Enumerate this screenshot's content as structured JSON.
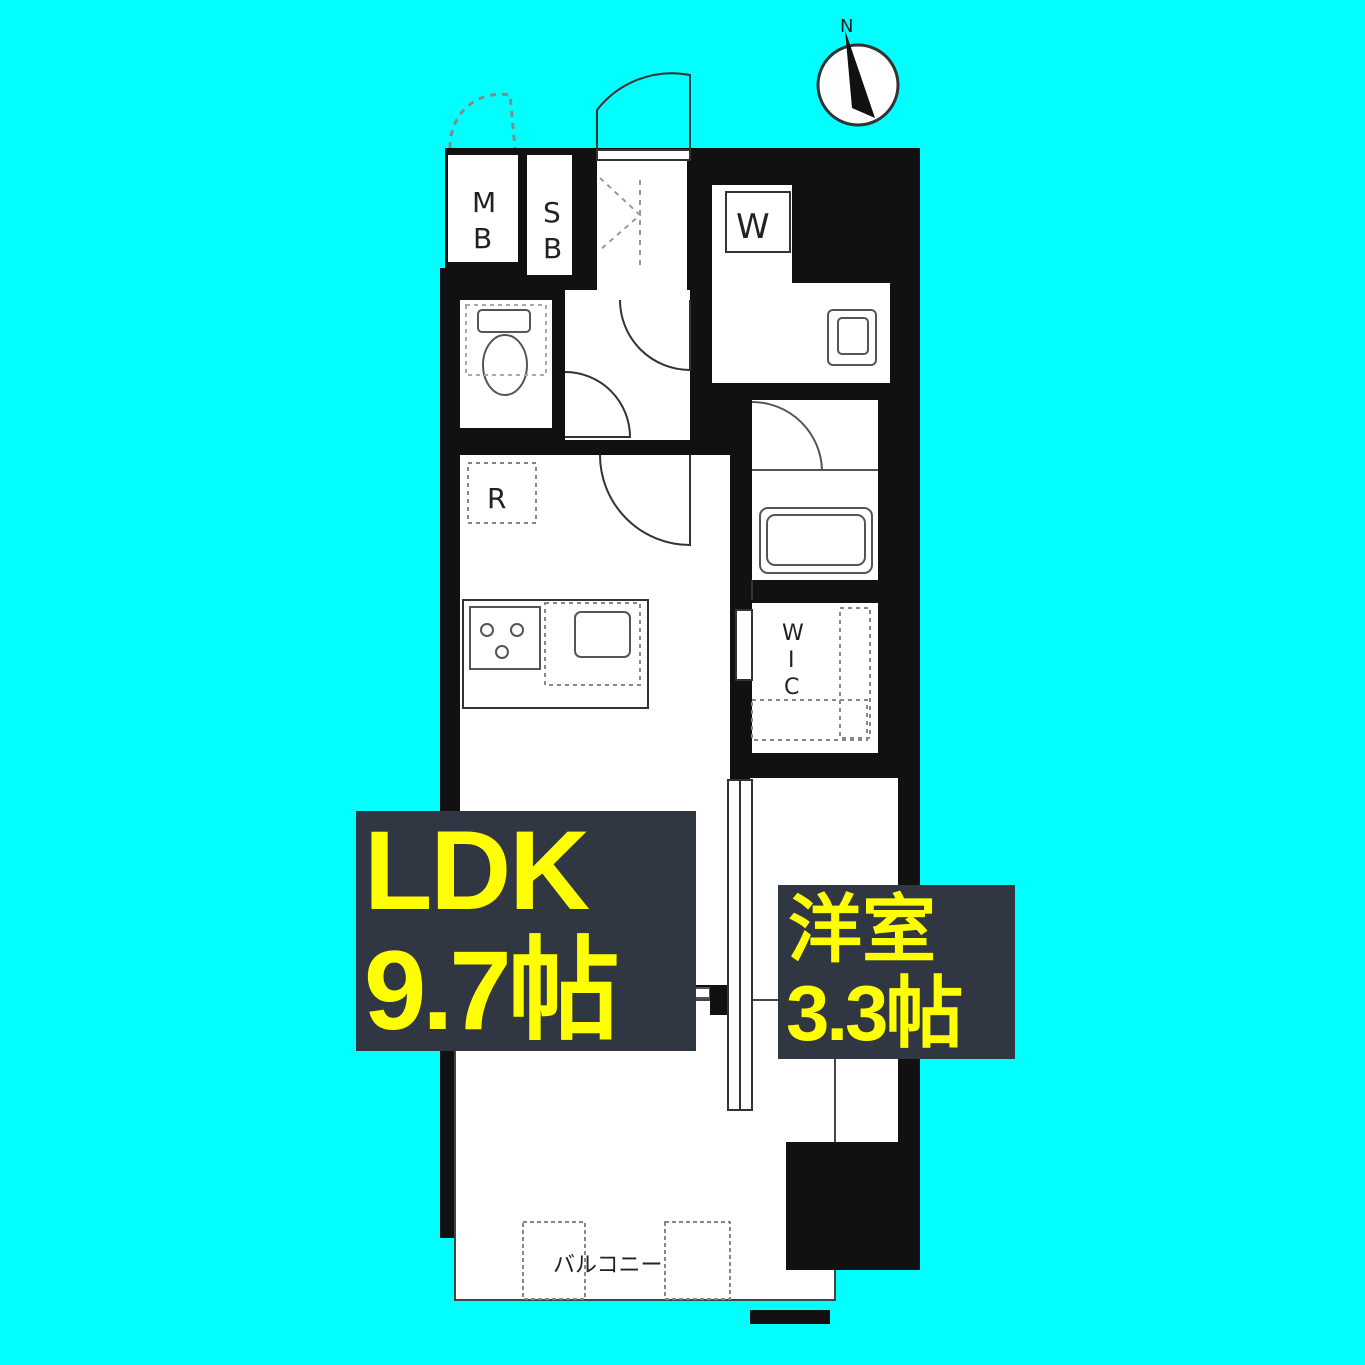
{
  "colors": {
    "background": "#00FFFF",
    "wall": "#111111",
    "floor": "#FFFFFF",
    "label_bg": "#303742",
    "label_text": "#FFFF00"
  },
  "icons": {
    "compass": "north-arrow-icon"
  },
  "labels": {
    "ldk_name": "LDK",
    "ldk_size": "9.7帖",
    "western_name": "洋室",
    "western_size": "3.3帖",
    "mb_top": "M",
    "mb_bottom": "B",
    "sb_top": "S",
    "sb_bottom": "B",
    "washer": "W",
    "fridge": "R",
    "wic_1": "W",
    "wic_2": "I",
    "wic_3": "C",
    "balcony": "バルコニー",
    "compass_n": "N"
  }
}
